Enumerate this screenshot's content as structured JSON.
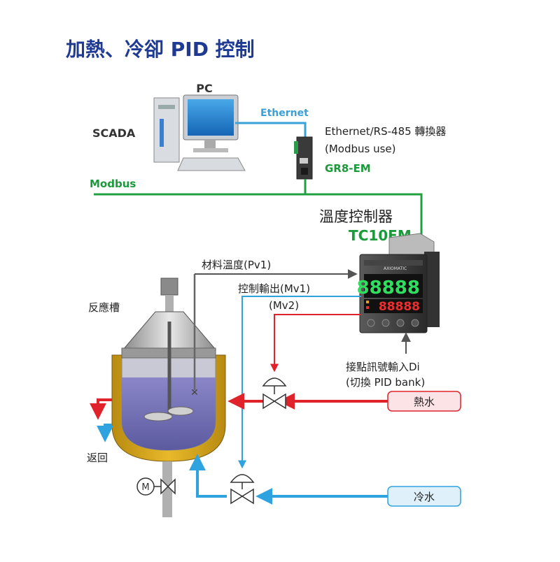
{
  "title": "加熱、冷卻 PID 控制",
  "pc": {
    "label": "PC",
    "scada": "SCADA"
  },
  "network": {
    "ethernet": "Ethernet",
    "modbus": "Modbus",
    "converter_line1": "Ethernet/RS-485 轉換器",
    "converter_line2": "(Modbus use)",
    "converter_model": "GR8-EM"
  },
  "controller": {
    "name": "溫度控制器",
    "model": "TC10EM",
    "brand": "AXIOMATIC",
    "pv_display": "88888",
    "sv_display": "88888"
  },
  "signals": {
    "pv1": "材料溫度(Pv1)",
    "mv1": "控制輸出(Mv1)",
    "mv2": "(Mv2)",
    "di_line1": "接點訊號輸入Di",
    "di_line2": "(切換 PID bank)"
  },
  "reactor": {
    "label": "反應槽",
    "return": "返回"
  },
  "supply": {
    "hot_water": "熱水",
    "cold_water": "冷水"
  },
  "colors": {
    "title": "#1f3a93",
    "ethernet": "#3aa0d8",
    "modbus": "#1a9a3a",
    "hot": "#e0232a",
    "cold": "#2fa3e0",
    "signal": "#555555",
    "hot_box": "#fbe3e6",
    "cold_box": "#dff0fb"
  }
}
